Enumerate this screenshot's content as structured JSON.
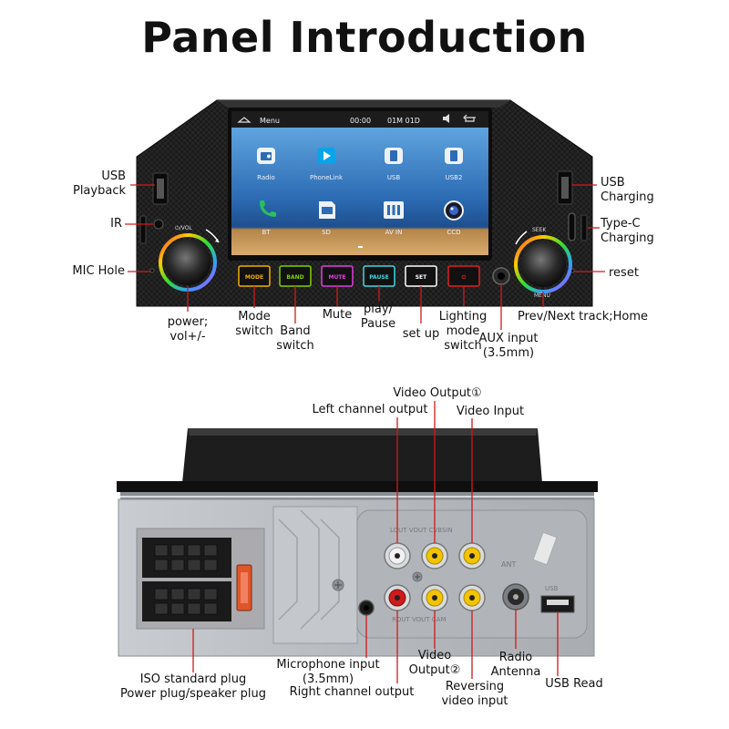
{
  "title": "Panel Introduction",
  "colors": {
    "panel_dark": "#1a1a1a",
    "screen_blue": "#2f6fb3",
    "screen_wood": "#c79a5f",
    "metal_grey": "#bfc3c7",
    "leader_red": "#d11a1a",
    "rca_yellow": "#f2c400",
    "rca_red": "#d11a1a",
    "rca_white": "#f2f2f2"
  },
  "front_panel": {
    "screen": {
      "status_bar": {
        "menu": "Menu",
        "time": "00:00",
        "date": "01M 01D"
      },
      "apps": [
        {
          "label": "Radio",
          "icon": "radio-icon"
        },
        {
          "label": "PhoneLink",
          "icon": "phonelink-icon"
        },
        {
          "label": "USB",
          "icon": "usb-icon"
        },
        {
          "label": "USB2",
          "icon": "usb-icon"
        },
        {
          "label": "BT",
          "icon": "phone-icon"
        },
        {
          "label": "SD",
          "icon": "sd-card-icon"
        },
        {
          "label": "AV IN",
          "icon": "av-in-icon"
        },
        {
          "label": "CCD",
          "icon": "camera-icon"
        }
      ]
    },
    "knob_left_label": "⏻/VOL",
    "knob_right_top_label": "SEEK",
    "knob_right_bottom_label": "MENU",
    "buttons": [
      {
        "label": "MODE",
        "color": "#f0b000"
      },
      {
        "label": "BAND",
        "color": "#7fd000"
      },
      {
        "label": "MUTE",
        "color": "#e040e0"
      },
      {
        "label": "PAUSE",
        "color": "#40d8e0"
      },
      {
        "label": "SET",
        "color": "#ffffff"
      },
      {
        "label": "⏻",
        "color": "#e02020"
      }
    ]
  },
  "front_labels": {
    "usb_playback": [
      "USB",
      "Playback"
    ],
    "ir": "IR",
    "mic_hole": "MIC Hole",
    "power_vol": [
      "power;",
      "vol+/-"
    ],
    "mode_switch": [
      "Mode",
      "switch"
    ],
    "band_switch": [
      "Band",
      "switch"
    ],
    "mute": "Mute",
    "play_pause": [
      "play/",
      "Pause"
    ],
    "set_up": "set up",
    "lighting_mode": [
      "Lighting",
      "mode",
      "switch"
    ],
    "aux_input": [
      "AUX input",
      "(3.5mm)"
    ],
    "prev_next": "Prev/Next track;Home",
    "usb_charging": [
      "USB",
      "Charging"
    ],
    "type_c": [
      "Type-C",
      "Charging"
    ],
    "reset": "reset"
  },
  "rear_panel": {
    "rca_top_print": "LOUT VOUT CVBSIN",
    "rca_bottom_print": "ROUT VOUT CAM",
    "antenna_print": "ANT",
    "usb_print": "USB"
  },
  "rear_labels": {
    "left_channel": "Left channel output",
    "video_output_1": "Video Output①",
    "video_input": "Video Input",
    "mic_input": [
      "Microphone input",
      "(3.5mm)"
    ],
    "right_channel": "Right channel output",
    "video_output_2": [
      "Video",
      "Output②"
    ],
    "reversing": [
      "Reversing",
      "video input"
    ],
    "radio_antenna": [
      "Radio",
      "Antenna"
    ],
    "usb_read": "USB Read",
    "iso_plug": [
      "ISO standard plug",
      "Power plug/speaker plug"
    ]
  }
}
